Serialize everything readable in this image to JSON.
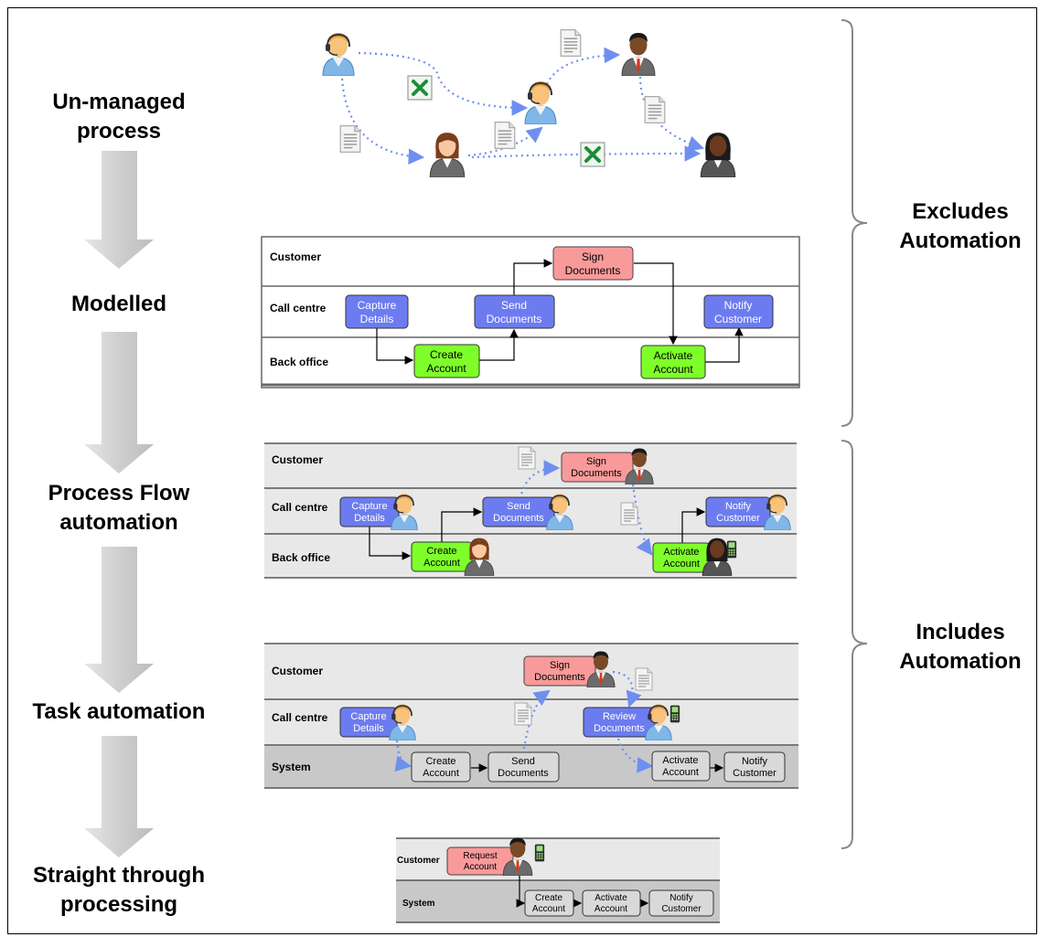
{
  "stages": [
    {
      "label": "Un-managed\nprocess"
    },
    {
      "label": "Modelled"
    },
    {
      "label": "Process Flow\nautomation"
    },
    {
      "label": "Task automation"
    },
    {
      "label": "Straight through\nprocessing"
    }
  ],
  "braces": [
    {
      "label": "Excludes\nAutomation"
    },
    {
      "label": "Includes\nAutomation"
    }
  ],
  "lanes": {
    "customer": "Customer",
    "call_centre": "Call centre",
    "back_office": "Back office",
    "system": "System"
  },
  "tasks": {
    "sign_documents": "Sign\nDocuments",
    "capture_details": "Capture\nDetails",
    "send_documents": "Send\nDocuments",
    "notify_customer": "Notify\nCustomer",
    "create_account": "Create\nAccount",
    "activate_account": "Activate\nAccount",
    "review_documents": "Review\nDocuments",
    "request_account": "Request\nAccount"
  },
  "colors": {
    "customer_task": "#f99a9a",
    "call_centre_task": "#6c7cf0",
    "back_office_task": "#7fff2a",
    "system_task": "#d9d9d9",
    "lane_gray": "#e8e8e8",
    "system_lane": "#c8c8c8",
    "handoff_arrow": "#6f8ff0",
    "arrow_gray": "#d0d0d0"
  },
  "icons": [
    "headset-person-icon",
    "businessman-icon",
    "businesswoman-icon",
    "document-icon",
    "spreadsheet-icon",
    "mobile-phone-icon"
  ]
}
